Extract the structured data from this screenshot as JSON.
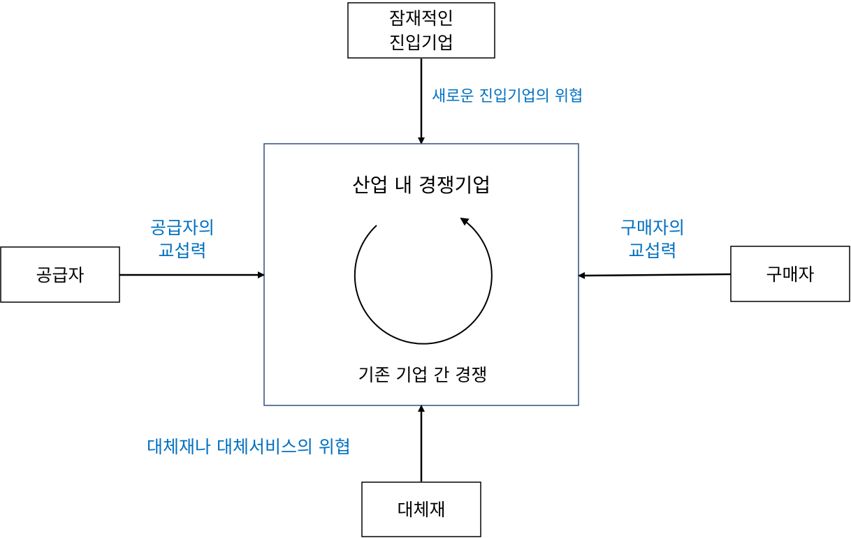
{
  "nodes": {
    "potential_entrants": {
      "line1": "잠재적인",
      "line2": "진입기업"
    },
    "suppliers": {
      "label": "공급자"
    },
    "buyers": {
      "label": "구매자"
    },
    "substitutes": {
      "label": "대체재"
    },
    "industry": {
      "title": "산업 내 경쟁기업",
      "subtitle": "기존 기업 간 경쟁"
    }
  },
  "forces": {
    "new_entrants_threat": "새로운 진입기업의 위협",
    "supplier_power": {
      "line1": "공급자의",
      "line2": "교섭력"
    },
    "buyer_power": {
      "line1": "구매자의",
      "line2": "교섭력"
    },
    "substitute_threat": "대체재나 대체서비스의 위협"
  },
  "colors": {
    "label_blue": "#0070C0",
    "center_border": "#2F4E7E",
    "arrow": "#000000"
  }
}
